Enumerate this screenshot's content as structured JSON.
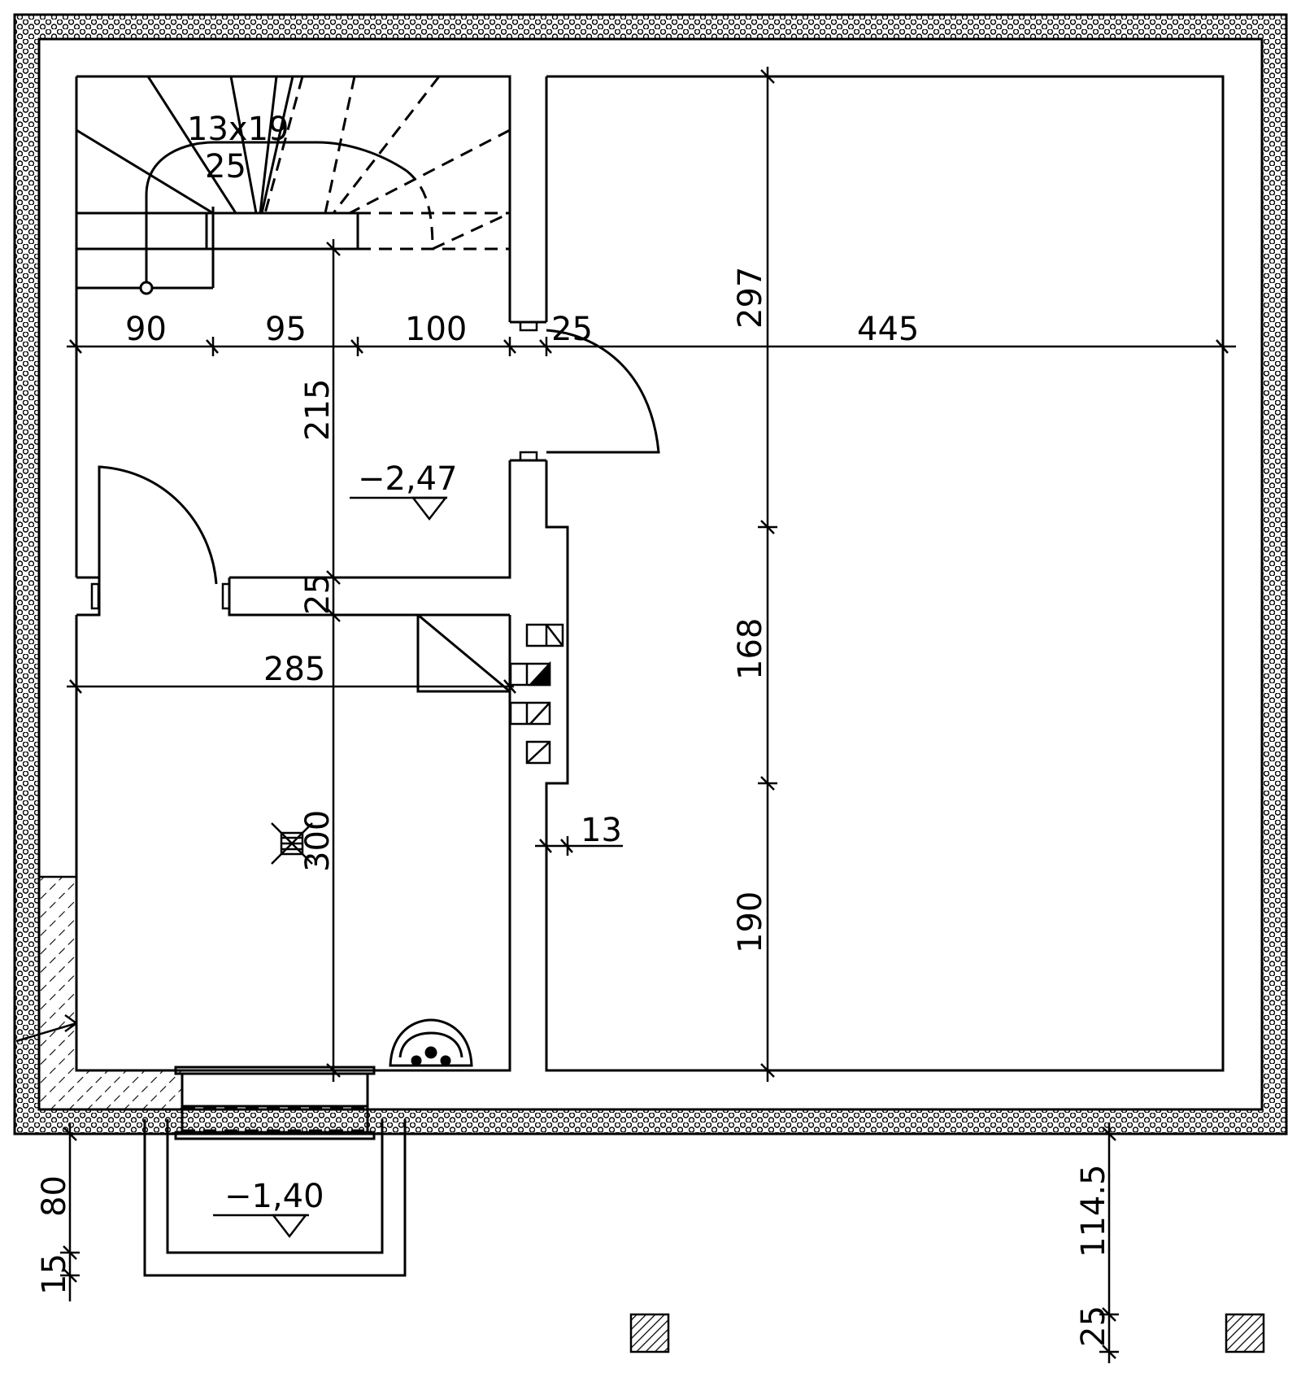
{
  "plan": {
    "stair_label_1": "13x19",
    "stair_label_2": "25",
    "level_basement": "−2,47",
    "level_entry": "−1,40",
    "dimensions": {
      "d90": "90",
      "d95": "95",
      "d100": "100",
      "d25_top": "25",
      "d445": "445",
      "d297": "297",
      "d168": "168",
      "d190": "190",
      "d215": "215",
      "d25_mid": "25",
      "d285": "285",
      "d300": "300",
      "d13": "13",
      "d80": "80",
      "d15": "15",
      "d114_5": "114.5",
      "d25_bottom": "25"
    }
  }
}
